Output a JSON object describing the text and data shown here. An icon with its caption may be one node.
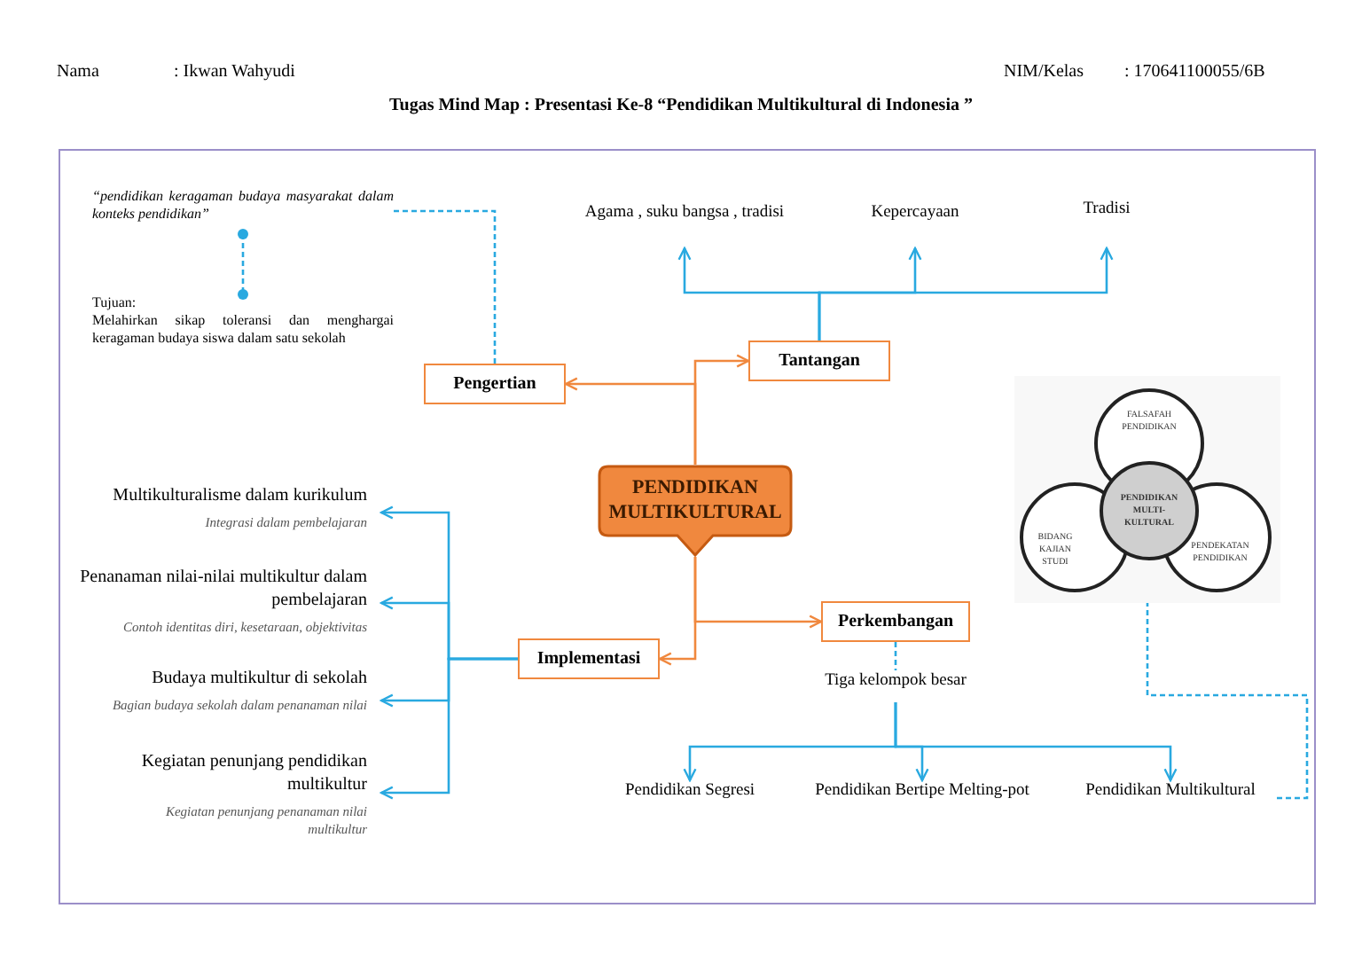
{
  "diagram": {
    "title": "Tugas Mind Map : Presentasi Ke-8 “Pendidikan Multikultural di Indonesia ”",
    "nodes": [
      {
        "text": [
          "PENDIDIKAN MULTIKULTURAL"
        ]
      },
      {
        "text": [
          "Pengertian"
        ]
      },
      {
        "text": [
          "Tantangan"
        ]
      },
      {
        "text": [
          "Implementasi"
        ]
      },
      {
        "text": [
          "Perkembangan"
        ]
      },
      {
        "text": [
          "“pendidikan keragaman budaya masyarakat dalam konteks pendidikan”"
        ]
      },
      {
        "text": [
          "Tujuan:",
          "Melahirkan sikap toleransi dan menghargai keragaman budaya siswa dalam satu sekolah"
        ]
      },
      {
        "text": [
          "Agama , suku bangsa , tradisi"
        ]
      },
      {
        "text": [
          "Kepercayaan"
        ]
      },
      {
        "text": [
          "Tradisi"
        ]
      },
      {
        "text": [
          "Multikulturalisme dalam kurikulum",
          "Integrasi dalam pembelajaran"
        ]
      },
      {
        "text": [
          "Penanaman nilai-nilai multikultur dalam pembelajaran",
          "Contoh identitas diri, kesetaraan, objektivitas"
        ]
      },
      {
        "text": [
          "Budaya multikultur di sekolah",
          "Bagian budaya sekolah dalam penanaman nilai"
        ]
      },
      {
        "text": [
          "Kegiatan penunjang pendidikan multikultur",
          "Kegiatan penunjang penanaman nilai multikultur"
        ]
      },
      {
        "text": [
          "Tiga kelompok besar"
        ]
      },
      {
        "text": [
          "Pendidikan Segresi"
        ]
      },
      {
        "text": [
          "Pendidikan Bertipe Melting-pot"
        ]
      },
      {
        "text": [
          "Pendidikan Multikultural"
        ]
      },
      {
        "text": [],
        "shape": "picture"
      },
      {
        "text": [
          "FALSAFAH PENDIDIKAN"
        ],
        "in": 18
      },
      {
        "text": [
          "BIDANG KAJIAN STUDI"
        ],
        "in": 18
      },
      {
        "text": [
          "PENDEKATAN PENDIDIKAN"
        ],
        "in": 18
      },
      {
        "text": [
          "PENDIDIKAN MULTI-KULTURAL"
        ],
        "in": 18
      }
    ],
    "edges": [
      {
        "from": 0,
        "to": 1,
        "arrow": "to",
        "color": "#f0883e"
      },
      {
        "from": 0,
        "to": 2,
        "arrow": "to",
        "color": "#f0883e"
      },
      {
        "from": 0,
        "to": 3,
        "arrow": "to",
        "color": "#f0883e"
      },
      {
        "from": 0,
        "to": 4,
        "arrow": "to",
        "color": "#f0883e"
      },
      {
        "from": 1,
        "to": 5,
        "arrow": "none",
        "style": "dashed"
      },
      {
        "from": 5,
        "to": 6,
        "arrow": "other",
        "style": "dashed"
      },
      {
        "from": 2,
        "to": 7,
        "arrow": "to"
      },
      {
        "from": 2,
        "to": 8,
        "arrow": "to"
      },
      {
        "from": 2,
        "to": 9,
        "arrow": "to"
      },
      {
        "from": 3,
        "to": 10,
        "arrow": "to"
      },
      {
        "from": 3,
        "to": 11,
        "arrow": "to"
      },
      {
        "from": 3,
        "to": 12,
        "arrow": "to"
      },
      {
        "from": 3,
        "to": 13,
        "arrow": "to"
      },
      {
        "from": 4,
        "to": 14,
        "arrow": "none",
        "style": "dashed"
      },
      {
        "from": 14,
        "to": 15,
        "arrow": "to"
      },
      {
        "from": 14,
        "to": 16,
        "arrow": "to"
      },
      {
        "from": 14,
        "to": 17,
        "arrow": "to"
      },
      {
        "from": 17,
        "to": 18,
        "arrow": "none",
        "style": "dashed"
      }
    ],
    "labels": [
      "Nama",
      ": Ikwan Wahyudi",
      "NIM/Kelas",
      ": 170641100055/6B"
    ]
  }
}
